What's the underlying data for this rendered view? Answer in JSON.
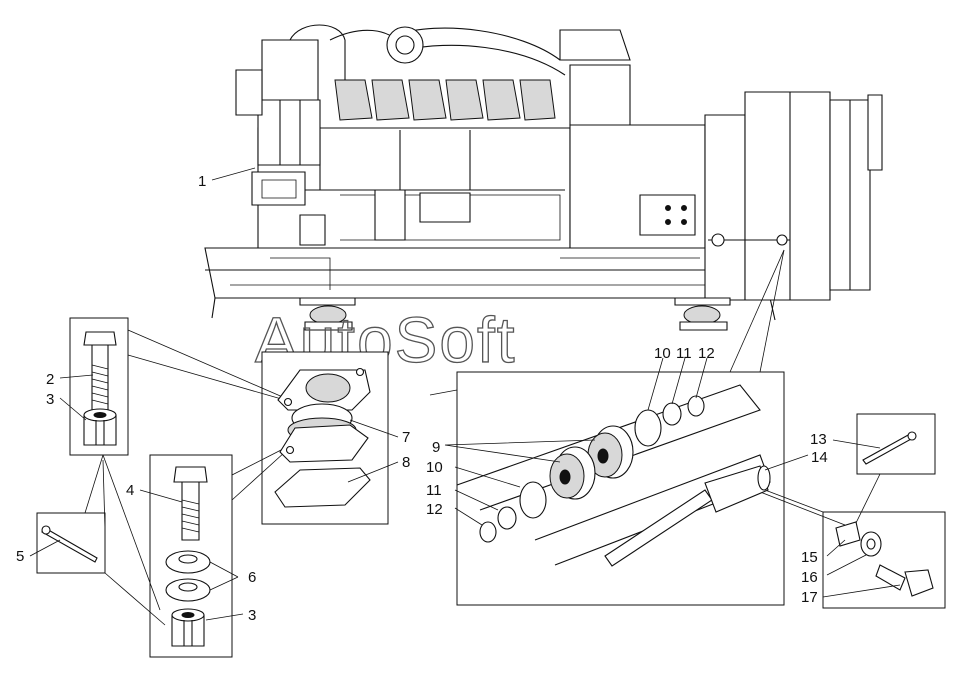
{
  "watermark": "AutoSoft",
  "callouts": {
    "main": "1",
    "bolt_a": "2",
    "nut_a": "3",
    "nut_b": "3",
    "bolt_b": "4",
    "cotter_pin_a": "5",
    "washers_b": "6",
    "mount_pad": "7",
    "gasket": "8",
    "cushion": "9",
    "washer_upper": "10",
    "washer_lower": "10",
    "spring_washer_upper": "11",
    "spring_washer_lower": "11",
    "nut_upper": "12",
    "nut_lower": "12",
    "cotter_pin_b": "13",
    "tie_rod": "14",
    "castle_nut_c": "15",
    "washer_c": "16",
    "bolt_c": "17"
  }
}
